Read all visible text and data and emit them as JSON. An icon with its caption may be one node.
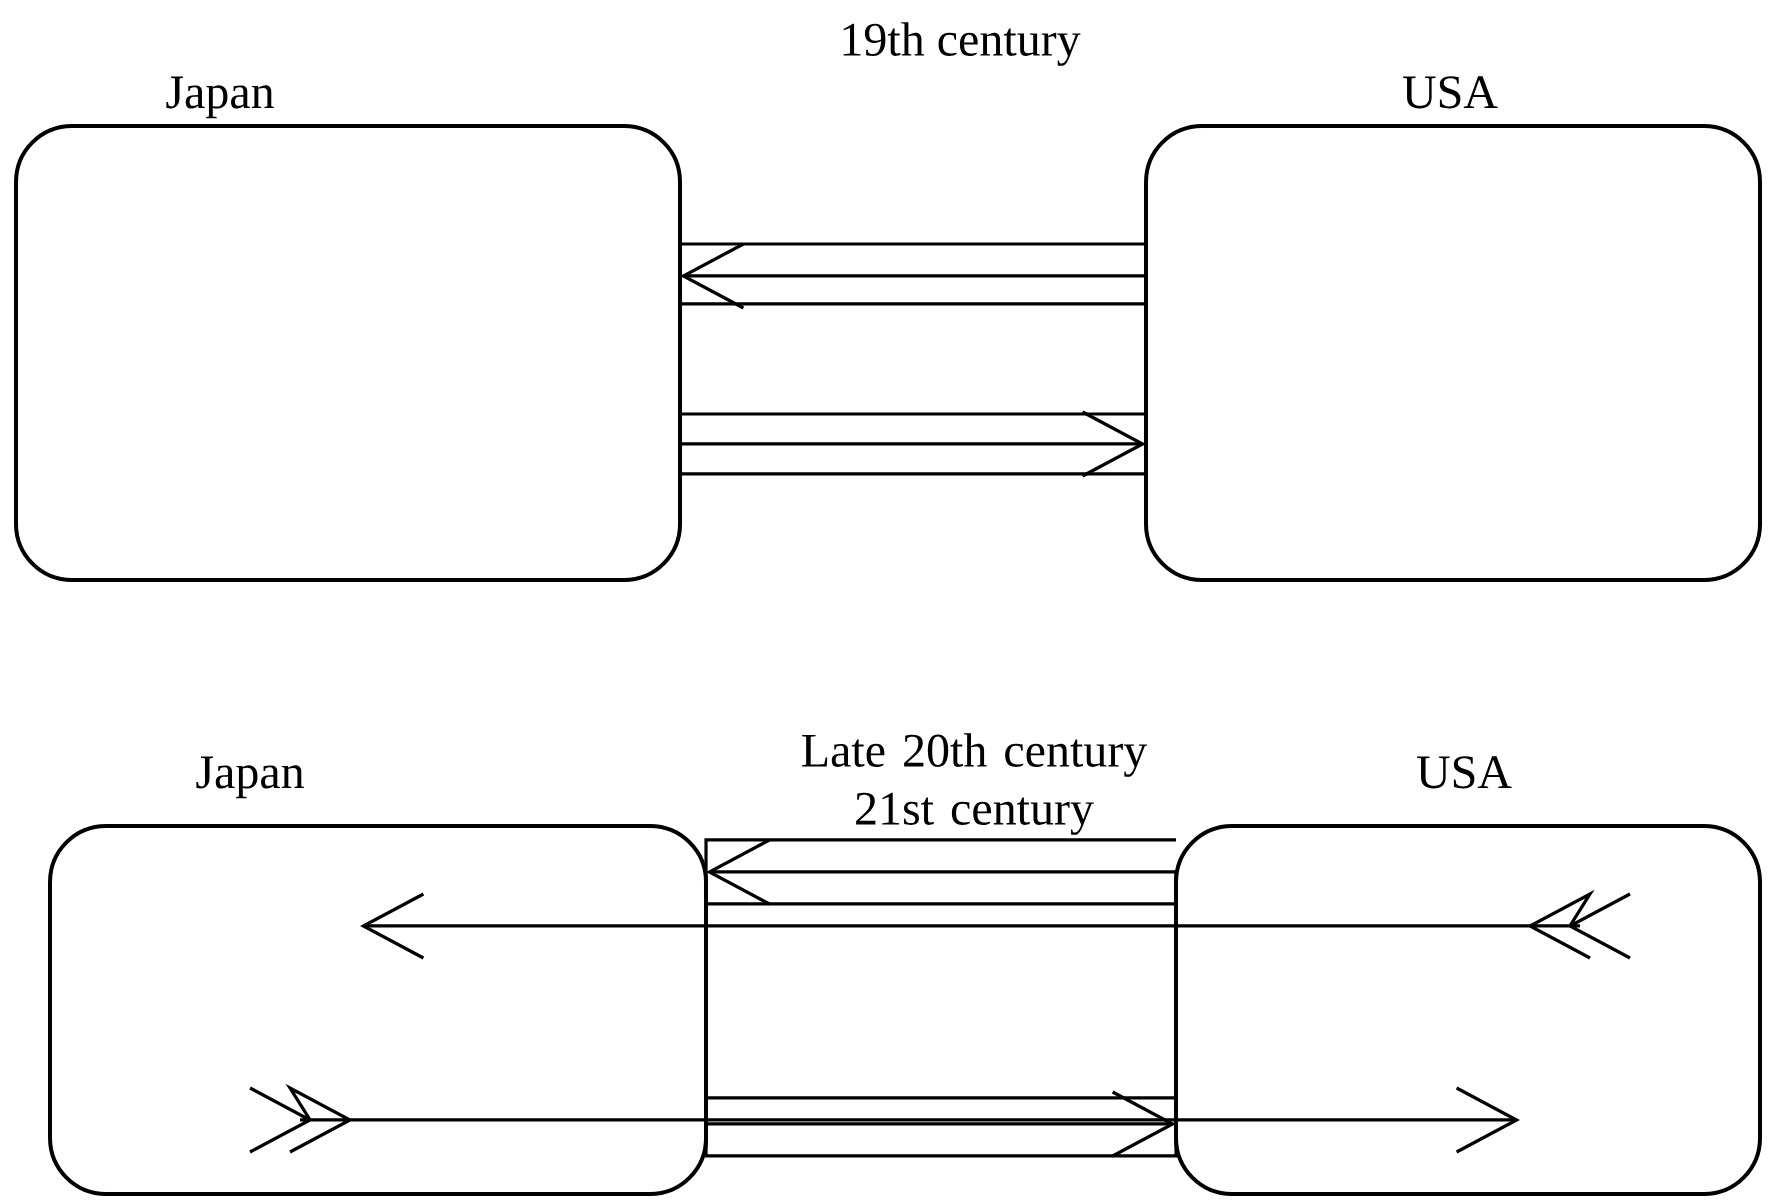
{
  "diagram": {
    "nodes": [
      {
        "text": [
          "Japan"
        ]
      },
      {
        "text": [
          "USA"
        ]
      },
      {
        "text": [
          "Japan"
        ]
      },
      {
        "text": [
          "USA"
        ]
      }
    ],
    "edges": [
      {
        "from": 1,
        "to": 0,
        "arrow": "to"
      },
      {
        "from": 0,
        "to": 1,
        "arrow": "to"
      },
      {
        "from": 3,
        "to": 2,
        "arrow": "to"
      },
      {
        "from": 3,
        "to": 2,
        "arrow": "to"
      },
      {
        "from": 2,
        "to": 3,
        "arrow": "to"
      },
      {
        "from": 2,
        "to": 3,
        "arrow": "to"
      }
    ],
    "labels": [
      "19th century",
      "Late 20th century 21st century"
    ]
  }
}
